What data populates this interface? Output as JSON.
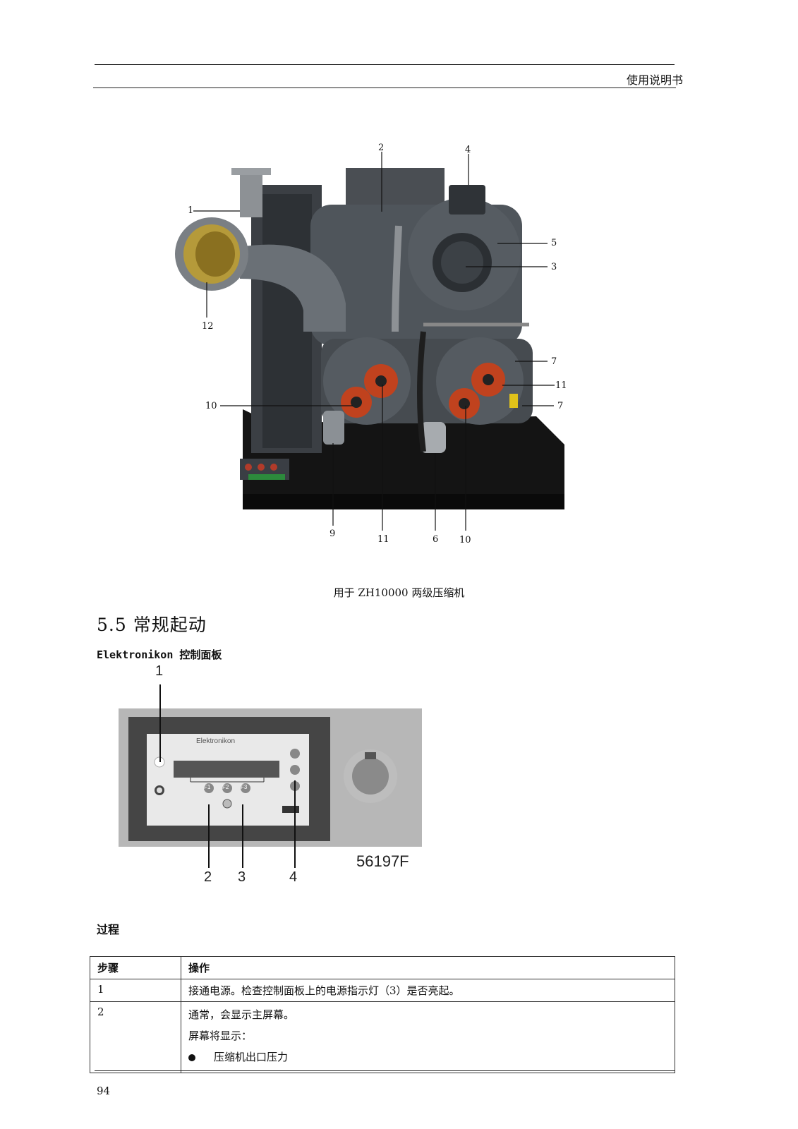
{
  "header": {
    "title": "使用说明书"
  },
  "figure1": {
    "callouts": {
      "c1": "1",
      "c2": "2",
      "c3": "3",
      "c4": "4",
      "c5": "5",
      "c6": "6",
      "c7a": "7",
      "c7b": "7",
      "c9": "9",
      "c10a": "10",
      "c10b": "10",
      "c11a": "11",
      "c11b": "11",
      "c12": "12"
    },
    "caption": "用于 ZH10000 两级压缩机"
  },
  "section": {
    "number_title": "5.5 常规起动",
    "subtitle": "Elektronikon 控制面板"
  },
  "figure2": {
    "brand": "Elektronikon",
    "keys": [
      "F1",
      "F2",
      "F3"
    ],
    "callouts": {
      "n1": "1",
      "n2": "2",
      "n3": "3",
      "n4": "4"
    },
    "code": "56197F"
  },
  "procedure": {
    "title": "过程",
    "headers": [
      "步骤",
      "操作"
    ],
    "rows": [
      {
        "step": "1",
        "lines": [
          "接通电源。检查控制面板上的电源指示灯（3）是否亮起。"
        ]
      },
      {
        "step": "2",
        "lines": [
          "通常，会显示主屏幕。",
          "屏幕将显示："
        ],
        "bullets": [
          "压缩机出口压力"
        ]
      }
    ]
  },
  "footer": {
    "page": "94"
  }
}
